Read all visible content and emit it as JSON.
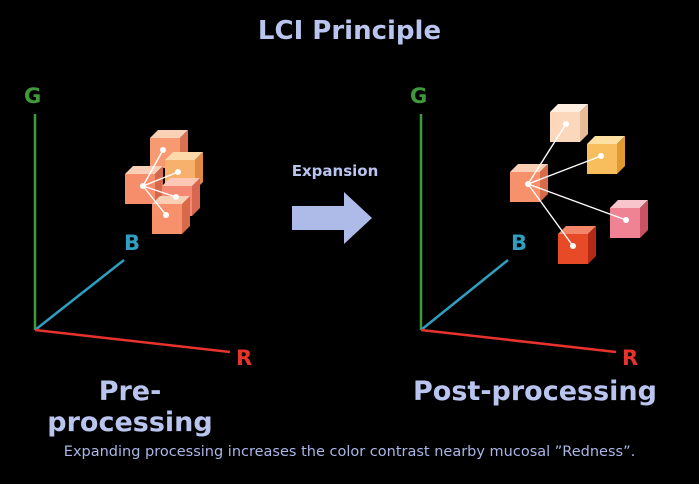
{
  "title": "LCI Principle",
  "arrow_label": "Expansion",
  "left_panel": {
    "label": "Pre-processing"
  },
  "right_panel": {
    "label": "Post-processing"
  },
  "axes": {
    "g": "G",
    "b": "B",
    "r": "R"
  },
  "axis_colors": {
    "g": "#3f9a3a",
    "b": "#2f9ec0",
    "r": "#e8322c"
  },
  "caption": "Expanding processing increases the color contrast nearby mucosal ”Redness”.",
  "colors": {
    "text": "#b9c5ee",
    "arrow": "#aebbe8"
  }
}
